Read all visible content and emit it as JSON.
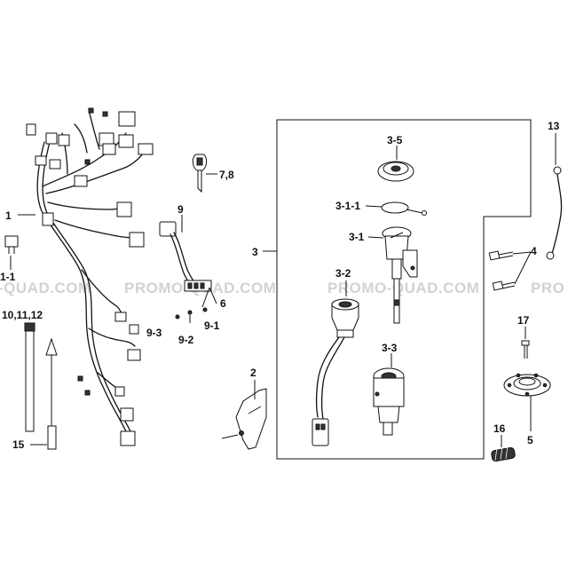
{
  "watermark": {
    "text_left": "-QUAD.COM",
    "text_mid": "PROMO-QUAD.COM",
    "text_right": "PROMO-QUAD.COM",
    "text_edge": "PRO"
  },
  "callouts": {
    "c1": "1",
    "c1_1": "1-1",
    "c2": "2",
    "c3": "3",
    "c3_1": "3-1",
    "c3_1_1": "3-1-1",
    "c3_2": "3-2",
    "c3_3": "3-3",
    "c3_5": "3-5",
    "c4": "4",
    "c5": "5",
    "c6": "6",
    "c7_8": "7,8",
    "c9": "9",
    "c9_1": "9-1",
    "c9_2": "9-2",
    "c9_3": "9-3",
    "c10_11_12": "10,11,12",
    "c13": "13",
    "c15": "15",
    "c16": "16",
    "c17": "17"
  }
}
